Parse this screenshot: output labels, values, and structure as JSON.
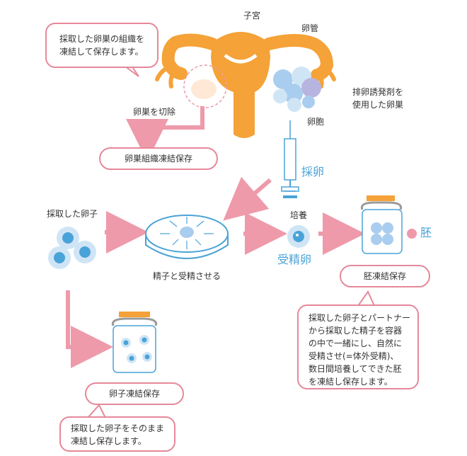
{
  "labels": {
    "uterus": "子宮",
    "fallopian_tube": "卵管",
    "ovary_stimulated": [
      "排卵誘発剤を",
      "使用した卵巣"
    ],
    "follicle": "卵胞",
    "ovary_cut": "卵巣を切除",
    "egg_retrieval": "採卵",
    "retrieved_egg": "採取した卵子",
    "fertilize": "精子と受精させる",
    "culture": "培養",
    "fertilized_egg": "受精卵",
    "embryo": "胚"
  },
  "boxes": {
    "ovarian_tissue": "卵巣組織凍結保存",
    "embryo_freeze": "胚凍結保存",
    "egg_freeze": "卵子凍結保存"
  },
  "notes": {
    "tissue_note": [
      "採取した卵巣の組織を",
      "凍結して保存します。"
    ],
    "embryo_note": [
      "採取した卵子とパートナー",
      "から採取した精子を容器",
      "の中で一緒にし、自然に",
      "受精させ(=体外受精)、",
      "数日間培養してできた胚",
      "を凍結し保存します。"
    ],
    "egg_note": [
      "採取した卵子をそのまま",
      "凍結し保存します。"
    ]
  },
  "colors": {
    "orange": "#f5a238",
    "pink": "#ee9aaa",
    "blue": "#4aa3d8",
    "light_blue": "#cfe5f6",
    "purple": "#b7b5e0"
  }
}
